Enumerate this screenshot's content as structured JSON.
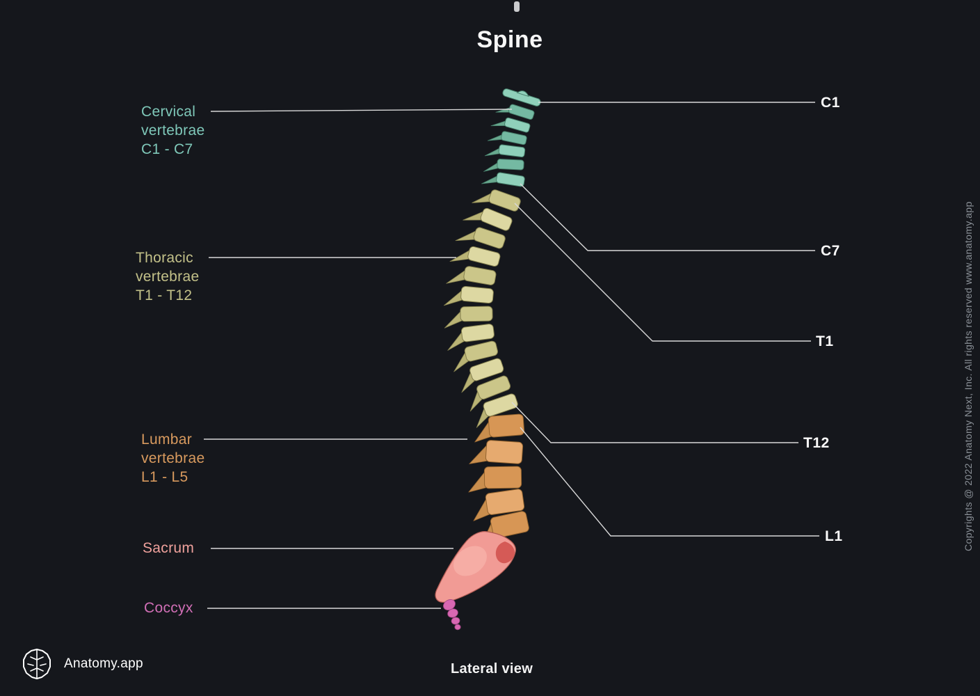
{
  "page": {
    "title": "Spine",
    "view_label": "Lateral view",
    "background": "#15171c"
  },
  "brand": {
    "name": "Anatomy.app",
    "logo": "brain-icon"
  },
  "copyright": "Copyrights @ 2022 Anatomy Next, Inc. All rights reserved www.anatomy.app",
  "labels": {
    "left": [
      {
        "id": "cervical",
        "text": "Cervical\nvertebrae\nC1 - C7",
        "color": "#7fc8b9"
      },
      {
        "id": "thoracic",
        "text": "Thoracic\nvertebrae\nT1 - T12",
        "color": "#c3c189"
      },
      {
        "id": "lumbar",
        "text": "Lumbar\nvertebrae\nL1 - L5",
        "color": "#d89a5e"
      },
      {
        "id": "sacrum",
        "text": "Sacrum",
        "color": "#efa19c"
      },
      {
        "id": "coccyx",
        "text": "Coccyx",
        "color": "#d16fb6"
      }
    ],
    "right": [
      {
        "id": "c1",
        "text": "C1"
      },
      {
        "id": "c7",
        "text": "C7"
      },
      {
        "id": "t1",
        "text": "T1"
      },
      {
        "id": "t12",
        "text": "T12"
      },
      {
        "id": "l1",
        "text": "L1"
      }
    ]
  },
  "spine": {
    "sections": {
      "cervical": {
        "fill_a": "#8fd0ba",
        "fill_b": "#74b9a2",
        "process": "#69a98f",
        "edge": "#47806c"
      },
      "thoracic": {
        "fill_a": "#ddd8a2",
        "fill_b": "#cbc689",
        "process": "#b9b375",
        "edge": "#85804e"
      },
      "lumbar": {
        "fill_a": "#e6aa6f",
        "fill_b": "#d79655",
        "process": "#c98e4e",
        "edge": "#93642f"
      },
      "sacrum": {
        "fill": "#f19b95",
        "light": "#f9bcb2",
        "dark": "#d04f4b",
        "edge": "#b05a52"
      },
      "coccyx": {
        "fill": "#d867b2",
        "edge": "#9c4280"
      }
    }
  }
}
